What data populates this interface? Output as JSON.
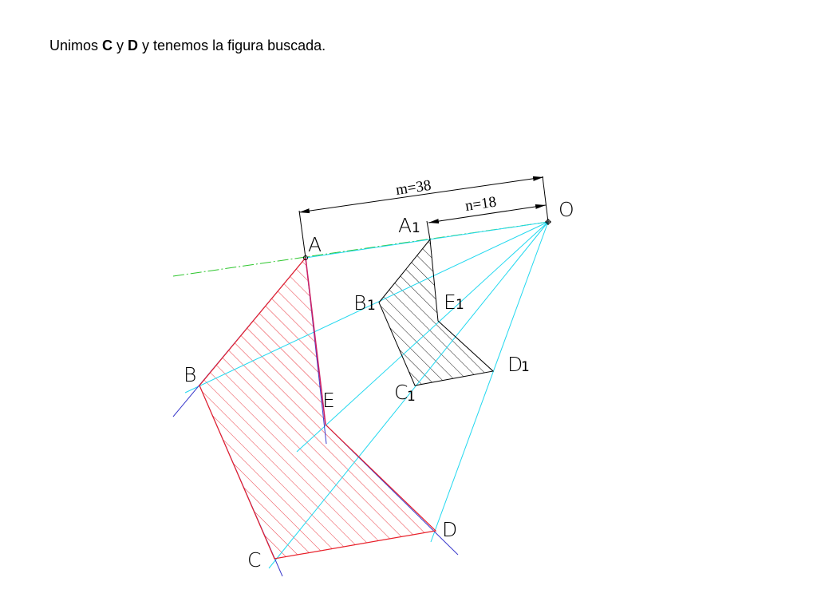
{
  "caption": {
    "prefix": "Unimos ",
    "bold_1": "C",
    "middle": " y ",
    "bold_2": "D",
    "suffix": " y tenemos la figura buscada."
  },
  "figure": {
    "dimension_m": "m=38",
    "dimension_n": "n=18",
    "center_label": "O",
    "original_points": {
      "A": "A",
      "B": "B",
      "C": "C",
      "D": "D",
      "E": "E"
    },
    "transformed_points": {
      "A1_letter": "A",
      "A1_index": "1",
      "B1_letter": "B",
      "B1_index": "1",
      "C1_letter": "C",
      "C1_index": "1",
      "D1_letter": "D",
      "D1_index": "1",
      "E1_letter": "E",
      "E1_index": "1"
    },
    "colors": {
      "original_outline": "#e8202a",
      "transformed_outline": "#000000",
      "rays": "#22d8ef",
      "reference_line": "#2ec62e",
      "extension_lines": "#3a3acc"
    }
  }
}
